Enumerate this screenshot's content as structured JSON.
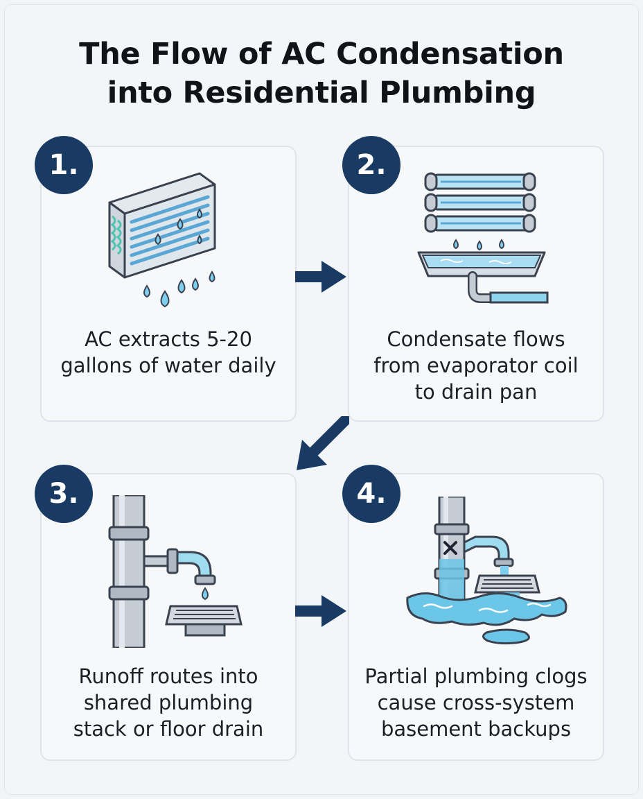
{
  "title": {
    "line1": "The Flow of AC Condensation",
    "line2": "into Residential Plumbing"
  },
  "steps": [
    {
      "number": "1.",
      "lines": [
        "AC extracts 5-20",
        "gallons of water daily"
      ],
      "icon": "ac-unit-dripping-icon"
    },
    {
      "number": "2.",
      "lines": [
        "Condensate flows",
        "from evaporator coil",
        "to drain pan"
      ],
      "icon": "evaporator-coil-drain-pan-icon"
    },
    {
      "number": "3.",
      "lines": [
        "Runoff routes into",
        "shared plumbing",
        "stack or floor drain"
      ],
      "icon": "plumbing-stack-floor-drain-icon"
    },
    {
      "number": "4.",
      "lines": [
        "Partial plumbing clogs",
        "cause cross-system",
        "basement backups"
      ],
      "icon": "clogged-pipe-flood-icon"
    }
  ],
  "arrows": [
    "arrow-right-icon",
    "arrow-down-left-icon",
    "arrow-right-icon"
  ],
  "colors": {
    "badge": "#183a63",
    "arrow": "#183a63",
    "water": "#6cc6e8",
    "pipe": "#b9c2cc"
  }
}
